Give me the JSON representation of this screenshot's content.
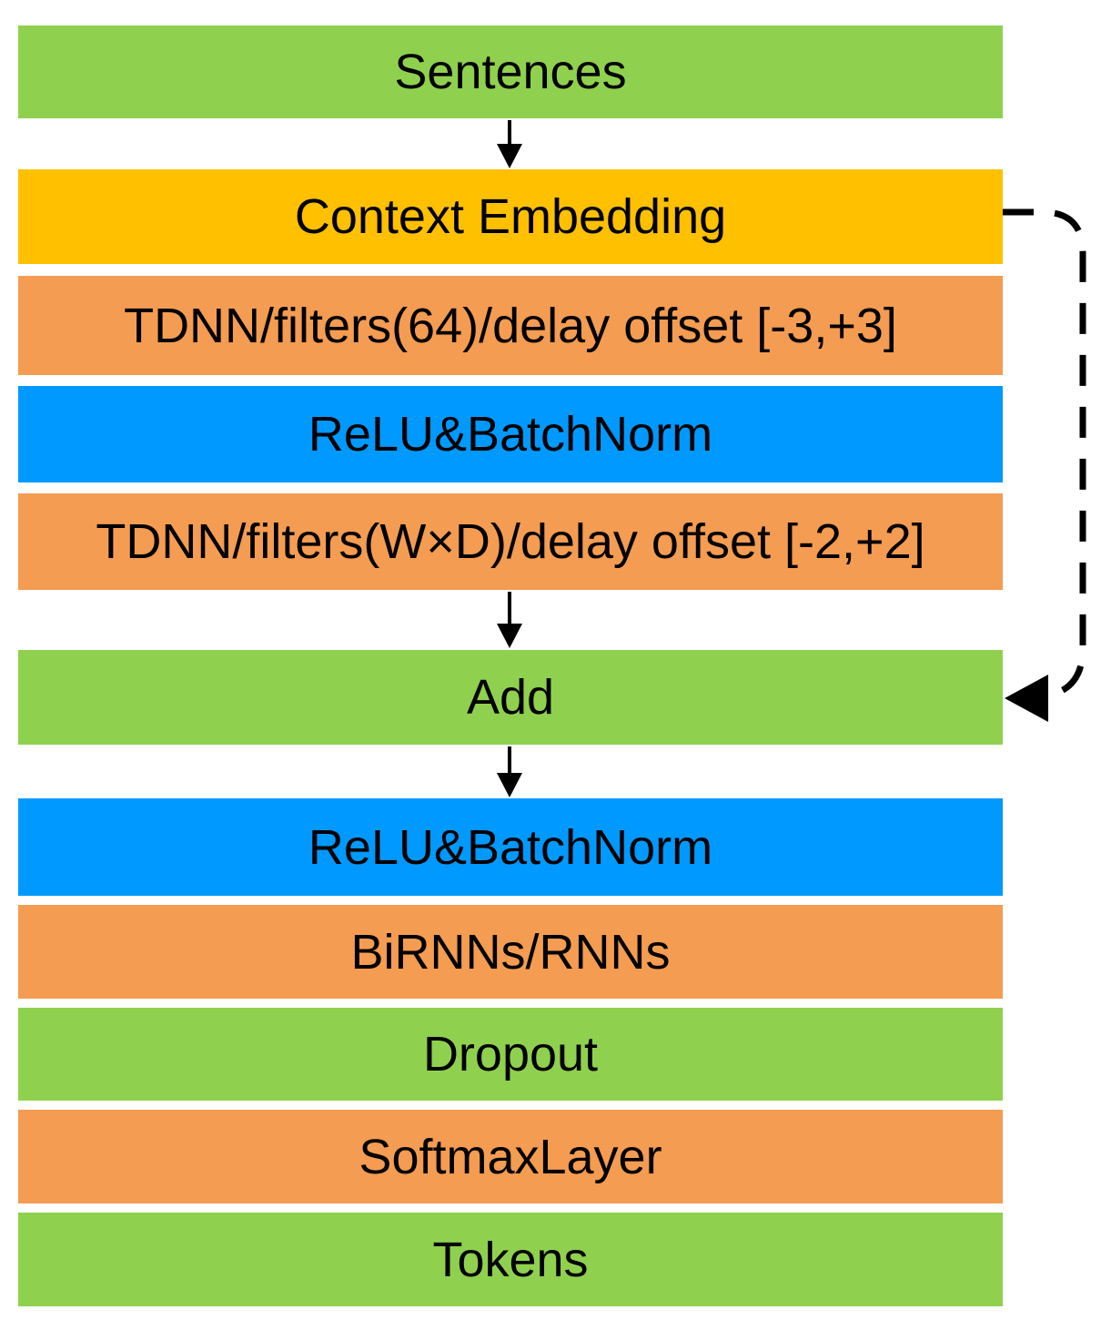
{
  "diagram": {
    "description": "Neural network architecture flowchart",
    "colors": {
      "green": "#8FD14E",
      "yellow": "#FFC000",
      "orange": "#F49C51",
      "blue": "#0099FF",
      "arrow": "#000000",
      "background": "#FFFFFF",
      "text": "#000000"
    },
    "nodes": [
      {
        "id": "sentences",
        "label": "Sentences",
        "color": "green"
      },
      {
        "id": "context-embedding",
        "label": "Context Embedding",
        "color": "yellow"
      },
      {
        "id": "tdnn-64",
        "label": "TDNN/filters(64)/delay offset [-3,+3]",
        "color": "orange"
      },
      {
        "id": "relu-batchnorm-1",
        "label": "ReLU&BatchNorm",
        "color": "blue"
      },
      {
        "id": "tdnn-wxd",
        "label": "TDNN/filters(W×D)/delay offset [-2,+2]",
        "color": "orange"
      },
      {
        "id": "add",
        "label": "Add",
        "color": "green"
      },
      {
        "id": "relu-batchnorm-2",
        "label": "ReLU&BatchNorm",
        "color": "blue"
      },
      {
        "id": "birnns-rnns",
        "label": "BiRNNs/RNNs",
        "color": "orange"
      },
      {
        "id": "dropout",
        "label": "Dropout",
        "color": "green"
      },
      {
        "id": "softmax-layer",
        "label": "SoftmaxLayer",
        "color": "orange"
      },
      {
        "id": "tokens",
        "label": "Tokens",
        "color": "green"
      }
    ],
    "edges": [
      {
        "from": "sentences",
        "to": "context-embedding",
        "style": "solid",
        "type": "flow"
      },
      {
        "from": "tdnn-wxd",
        "to": "add",
        "style": "solid",
        "type": "flow"
      },
      {
        "from": "add",
        "to": "relu-batchnorm-2",
        "style": "solid",
        "type": "flow"
      },
      {
        "from": "context-embedding",
        "to": "add",
        "style": "dashed",
        "type": "skip-connection"
      }
    ]
  }
}
